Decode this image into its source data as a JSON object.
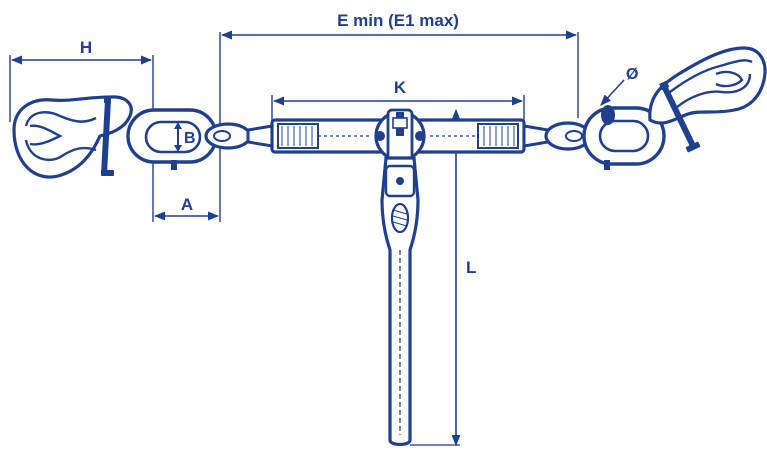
{
  "diagram": {
    "labels": {
      "e": "E min (E1 max)",
      "h": "H",
      "k": "K",
      "b": "B",
      "a": "A",
      "l": "L",
      "diameter": "Ø"
    },
    "line_color": "#1f3f8f",
    "background": "#ffffff"
  }
}
